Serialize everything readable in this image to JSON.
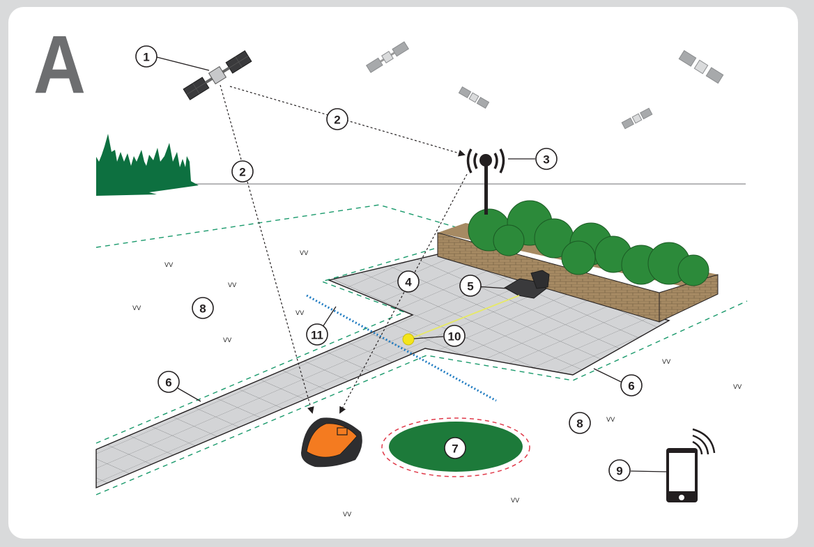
{
  "figure": {
    "panel_letter": "A",
    "callouts": [
      {
        "id": "1",
        "label": "1",
        "refers_to": "gnss-satellite"
      },
      {
        "id": "2a",
        "label": "2",
        "refers_to": "satellite-signal"
      },
      {
        "id": "2b",
        "label": "2",
        "refers_to": "satellite-signal"
      },
      {
        "id": "3",
        "label": "3",
        "refers_to": "rtk-reference-station"
      },
      {
        "id": "4",
        "label": "4",
        "refers_to": "correction-signal"
      },
      {
        "id": "5",
        "label": "5",
        "refers_to": "charging-station"
      },
      {
        "id": "6a",
        "label": "6",
        "refers_to": "work-area-boundary"
      },
      {
        "id": "6b",
        "label": "6",
        "refers_to": "work-area-boundary"
      },
      {
        "id": "7",
        "label": "7",
        "refers_to": "stay-out-zone"
      },
      {
        "id": "8a",
        "label": "8",
        "refers_to": "lawn-work-area"
      },
      {
        "id": "8b",
        "label": "8",
        "refers_to": "lawn-work-area"
      },
      {
        "id": "9",
        "label": "9",
        "refers_to": "smartphone-app"
      },
      {
        "id": "10",
        "label": "10",
        "refers_to": "charging-station-point"
      },
      {
        "id": "11",
        "label": "11",
        "refers_to": "transport-path"
      }
    ]
  },
  "colors": {
    "background": "#d9dadb",
    "card": "#ffffff",
    "letter": "#6d6e70",
    "boundary": "#1a9a6c",
    "stay_out": "#e03a4a",
    "transport": "#1f7bc1",
    "guide_point": "#f4e51b",
    "guide_line": "#e6e86a",
    "tree": "#0d7040",
    "bush": "#2c8a3a",
    "brick": "#a68a63",
    "paving": "#d3d4d6",
    "mower": "#f47b20",
    "dark": "#231f20"
  },
  "icons": {
    "satellite": "satellite-icon",
    "antenna": "antenna-broadcast-icon",
    "mower": "robotic-mower-icon",
    "charging_station": "charging-station-icon",
    "phone": "smartphone-wifi-icon",
    "trees": "forest-icon",
    "grass": "grass-tuft-icon"
  }
}
